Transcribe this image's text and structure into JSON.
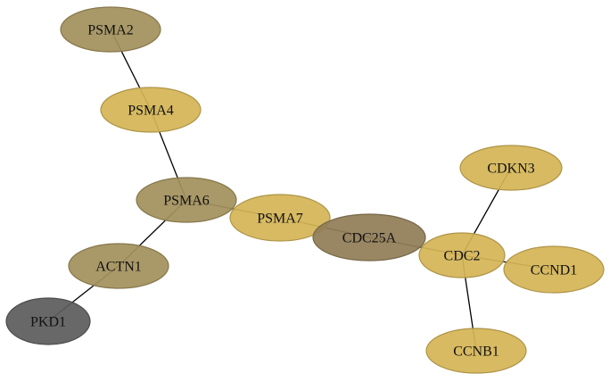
{
  "colors": {
    "olive": "#a3915c",
    "gold": "#d4b556",
    "dark_olive": "#917d57",
    "gray": "#5c5c5e",
    "edge": "#000000"
  },
  "nodes": [
    {
      "id": "PSMA2",
      "label": "PSMA2",
      "color": "olive"
    },
    {
      "id": "PSMA4",
      "label": "PSMA4",
      "color": "gold"
    },
    {
      "id": "PSMA6",
      "label": "PSMA6",
      "color": "olive"
    },
    {
      "id": "ACTN1",
      "label": "ACTN1",
      "color": "olive"
    },
    {
      "id": "PKD1",
      "label": "PKD1",
      "color": "gray"
    },
    {
      "id": "PSMA7",
      "label": "PSMA7",
      "color": "gold"
    },
    {
      "id": "CDC25A",
      "label": "CDC25A",
      "color": "dark_olive"
    },
    {
      "id": "CDC2",
      "label": "CDC2",
      "color": "gold"
    },
    {
      "id": "CDKN3",
      "label": "CDKN3",
      "color": "gold"
    },
    {
      "id": "CCND1",
      "label": "CCND1",
      "color": "gold"
    },
    {
      "id": "CCNB1",
      "label": "CCNB1",
      "color": "gold"
    }
  ],
  "edges": [
    [
      "PSMA2",
      "PSMA4"
    ],
    [
      "PSMA4",
      "PSMA6"
    ],
    [
      "PSMA6",
      "ACTN1"
    ],
    [
      "ACTN1",
      "PKD1"
    ],
    [
      "PSMA6",
      "PSMA7"
    ],
    [
      "PSMA7",
      "CDC25A"
    ],
    [
      "CDC25A",
      "CDC2"
    ],
    [
      "CDC2",
      "CDKN3"
    ],
    [
      "CDC2",
      "CCND1"
    ],
    [
      "CDC2",
      "CCNB1"
    ]
  ]
}
